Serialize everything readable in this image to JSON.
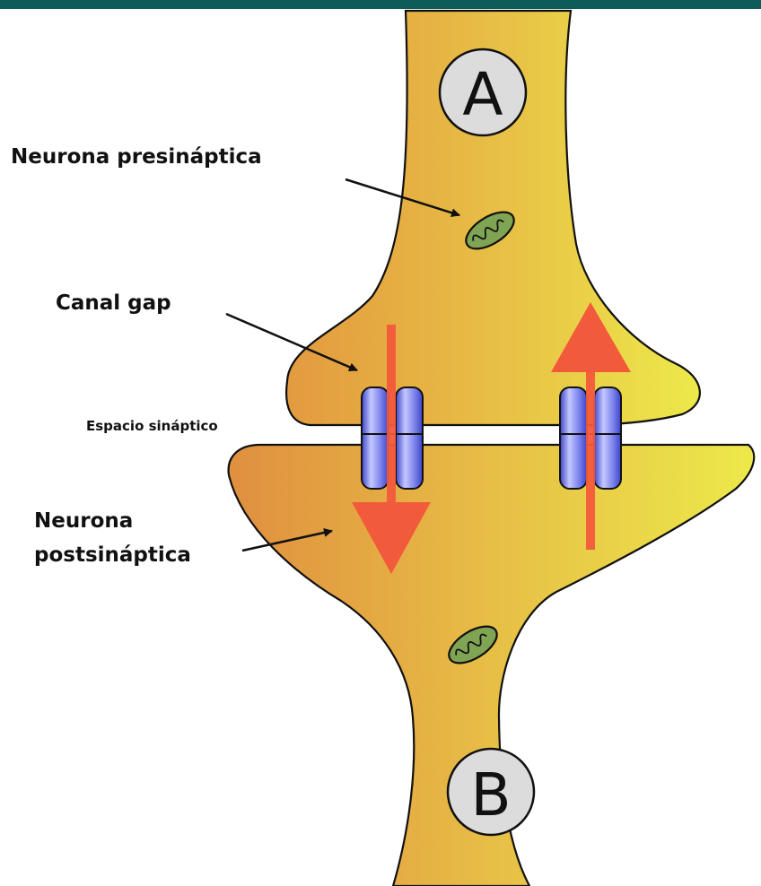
{
  "labels": {
    "presynaptic": "Neurona presináptica",
    "gap_channel": "Canal gap",
    "synaptic_space": "Espacio sináptico",
    "postsynaptic_line1": "Neurona",
    "postsynaptic_line2": "postsináptica"
  },
  "neurons": {
    "top_letter": "A",
    "bottom_letter": "B"
  },
  "colors": {
    "header_bar": "#0d5c5a",
    "neuron_orange": "#e8a23c",
    "neuron_yellow": "#ecea48",
    "arrow_red": "#f25a3c",
    "channel_blue": "#8088ee",
    "mitochondria_green": "#7fa454",
    "circle_gray": "#dcdcdc"
  }
}
